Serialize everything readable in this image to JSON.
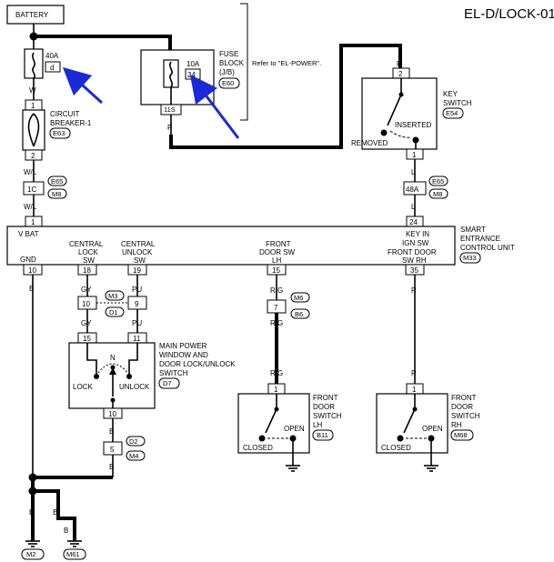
{
  "title": "EL-D/LOCK-01",
  "battery": "BATTERY",
  "fuse40a": {
    "amp": "40A",
    "id": "d"
  },
  "fuse_block": {
    "amp": "10A",
    "terminal": "24",
    "name1": "FUSE",
    "name2": "BLOCK",
    "name3": "(J/B)",
    "connector": "E60",
    "out_terminal": "11S",
    "refer": "Refer to \"EL-POWER\"."
  },
  "circuit_breaker": {
    "name1": "CIRCUIT",
    "name2": "BREAKER-1",
    "connector": "E63",
    "t1": "1",
    "t2": "2"
  },
  "key_switch": {
    "name1": "KEY",
    "name2": "SWITCH",
    "connector": "E54",
    "t_top": "2",
    "t_bot": "1",
    "inserted": "INSERTED",
    "removed": "REMOVED"
  },
  "wires": {
    "W": "W",
    "WL": "W/L",
    "P": "P",
    "L": "L",
    "B": "B",
    "GY": "GY",
    "PU": "PU",
    "RG": "R/G",
    "R": "R"
  },
  "conn_left": {
    "num": "1C",
    "c1": "E65",
    "c2": "M8"
  },
  "conn_right": {
    "num": "48A",
    "c1": "E65",
    "c2": "M8"
  },
  "control_unit": {
    "name1": "SMART",
    "name2": "ENTRANCE",
    "name3": "CONTROL UNIT",
    "connector": "M33",
    "vbat": "V BAT",
    "vbat_t": "1",
    "keyin1": "KEY IN",
    "keyin2": "IGN SW",
    "keyin_t": "24",
    "gnd": "GND",
    "gnd_t": "10",
    "cls1": "CENTRAL",
    "cls2": "LOCK",
    "cls3": "SW",
    "cls_t": "18",
    "cus1": "CENTRAL",
    "cus2": "UNLOCK",
    "cus3": "SW",
    "cus_t": "19",
    "fdl1": "FRONT",
    "fdl2": "DOOR SW",
    "fdl3": "LH",
    "fdl_t": "15",
    "fdr1": "FRONT DOOR",
    "fdr2": "SW RH",
    "fdr_t": "35"
  },
  "jc_mid": {
    "l": "10",
    "r": "9",
    "c1": "M3",
    "c2": "D1"
  },
  "jc_door": {
    "num": "7",
    "c1": "M6",
    "c2": "B6"
  },
  "main_switch": {
    "t1": "15",
    "t2": "11",
    "tb": "10",
    "n": "N",
    "lock": "LOCK",
    "unlock": "UNLOCK",
    "name1": "MAIN POWER",
    "name2": "WINDOW AND",
    "name3": "DOOR LOCK/UNLOCK",
    "name4": "SWITCH",
    "connector": "D7"
  },
  "jc_bottom": {
    "num": "5",
    "c1": "D2",
    "c2": "M4"
  },
  "door_sw_lh": {
    "t": "1",
    "name1": "FRONT",
    "name2": "DOOR",
    "name3": "SWITCH",
    "name4": "LH",
    "connector": "B11",
    "open": "OPEN",
    "closed": "CLOSED"
  },
  "door_sw_rh": {
    "t": "1",
    "name1": "FRONT",
    "name2": "DOOR",
    "name3": "SWITCH",
    "name4": "RH",
    "connector": "M68",
    "open": "OPEN",
    "closed": "CLOSED"
  },
  "grounds": {
    "g1": "M2",
    "g2": "M61"
  },
  "colors": {
    "line": "#000000",
    "arrow": "#1a2ad6"
  }
}
